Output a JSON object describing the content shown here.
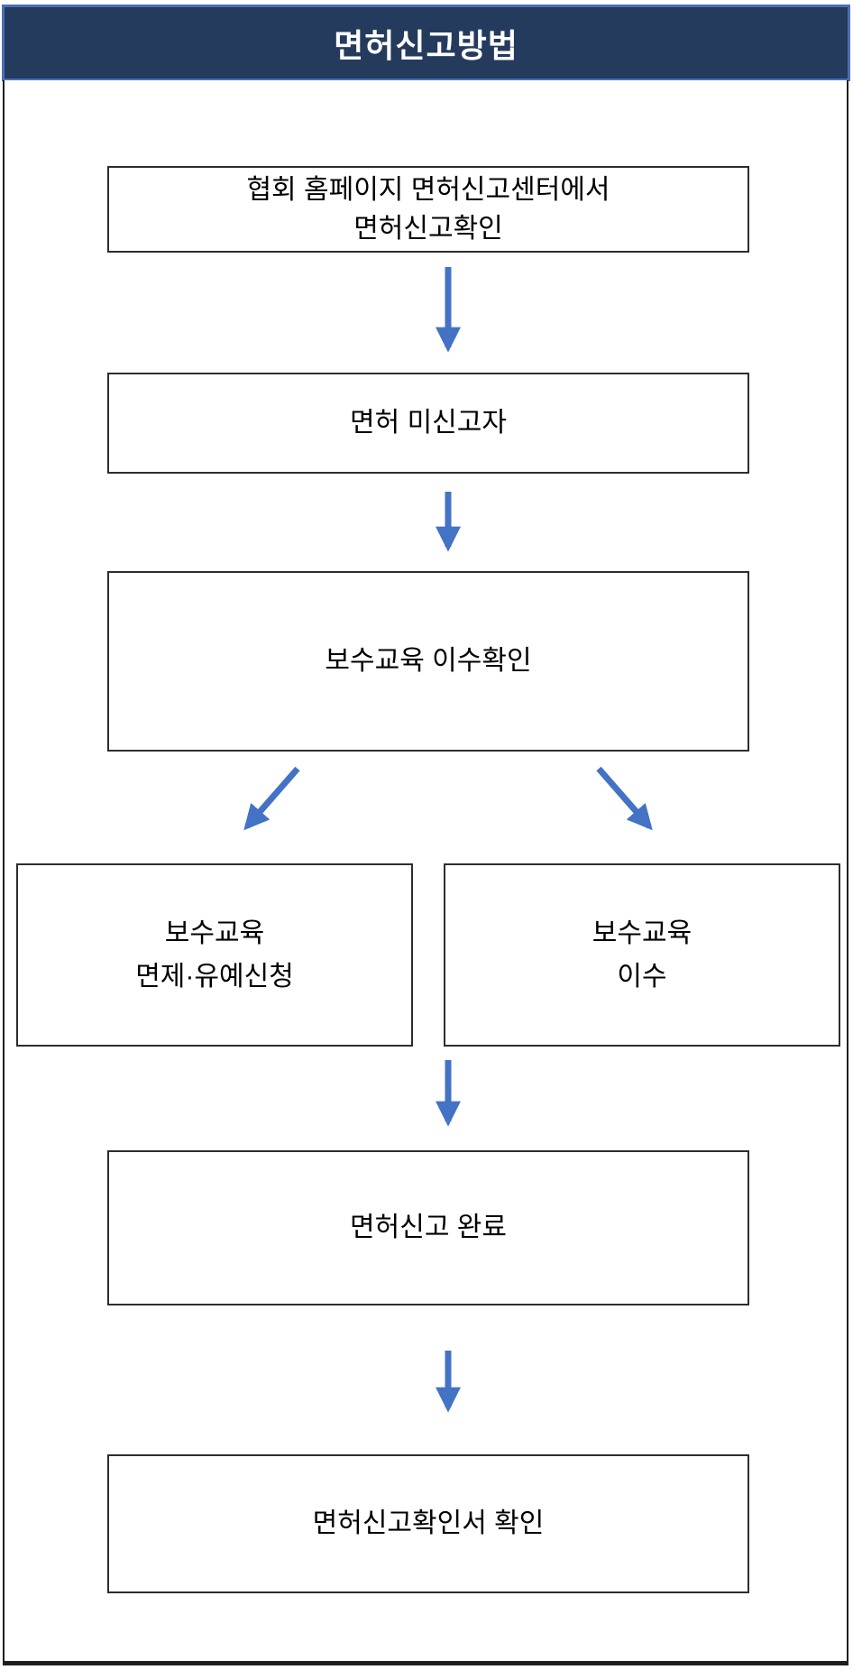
{
  "title": "면허신고방법",
  "colors": {
    "header_bg": "#243B5E",
    "header_border": "#4C6FB5",
    "arrow": "#4472C4",
    "box_border": "#2D2D2D",
    "outer_border": "#1F1F1F"
  },
  "flow": {
    "step1": {
      "line1": "협회 홈페이지 면허신고센터에서",
      "line2": "면허신고확인"
    },
    "step2": {
      "line1": "면허 미신고자"
    },
    "step3": {
      "line1": "보수교육 이수확인"
    },
    "step4a": {
      "line1": "보수교육",
      "line2": "면제·유예신청"
    },
    "step4b": {
      "line1": "보수교육",
      "line2": "이수"
    },
    "step5": {
      "line1": "면허신고 완료"
    },
    "step6": {
      "line1": "면허신고확인서 확인"
    }
  }
}
